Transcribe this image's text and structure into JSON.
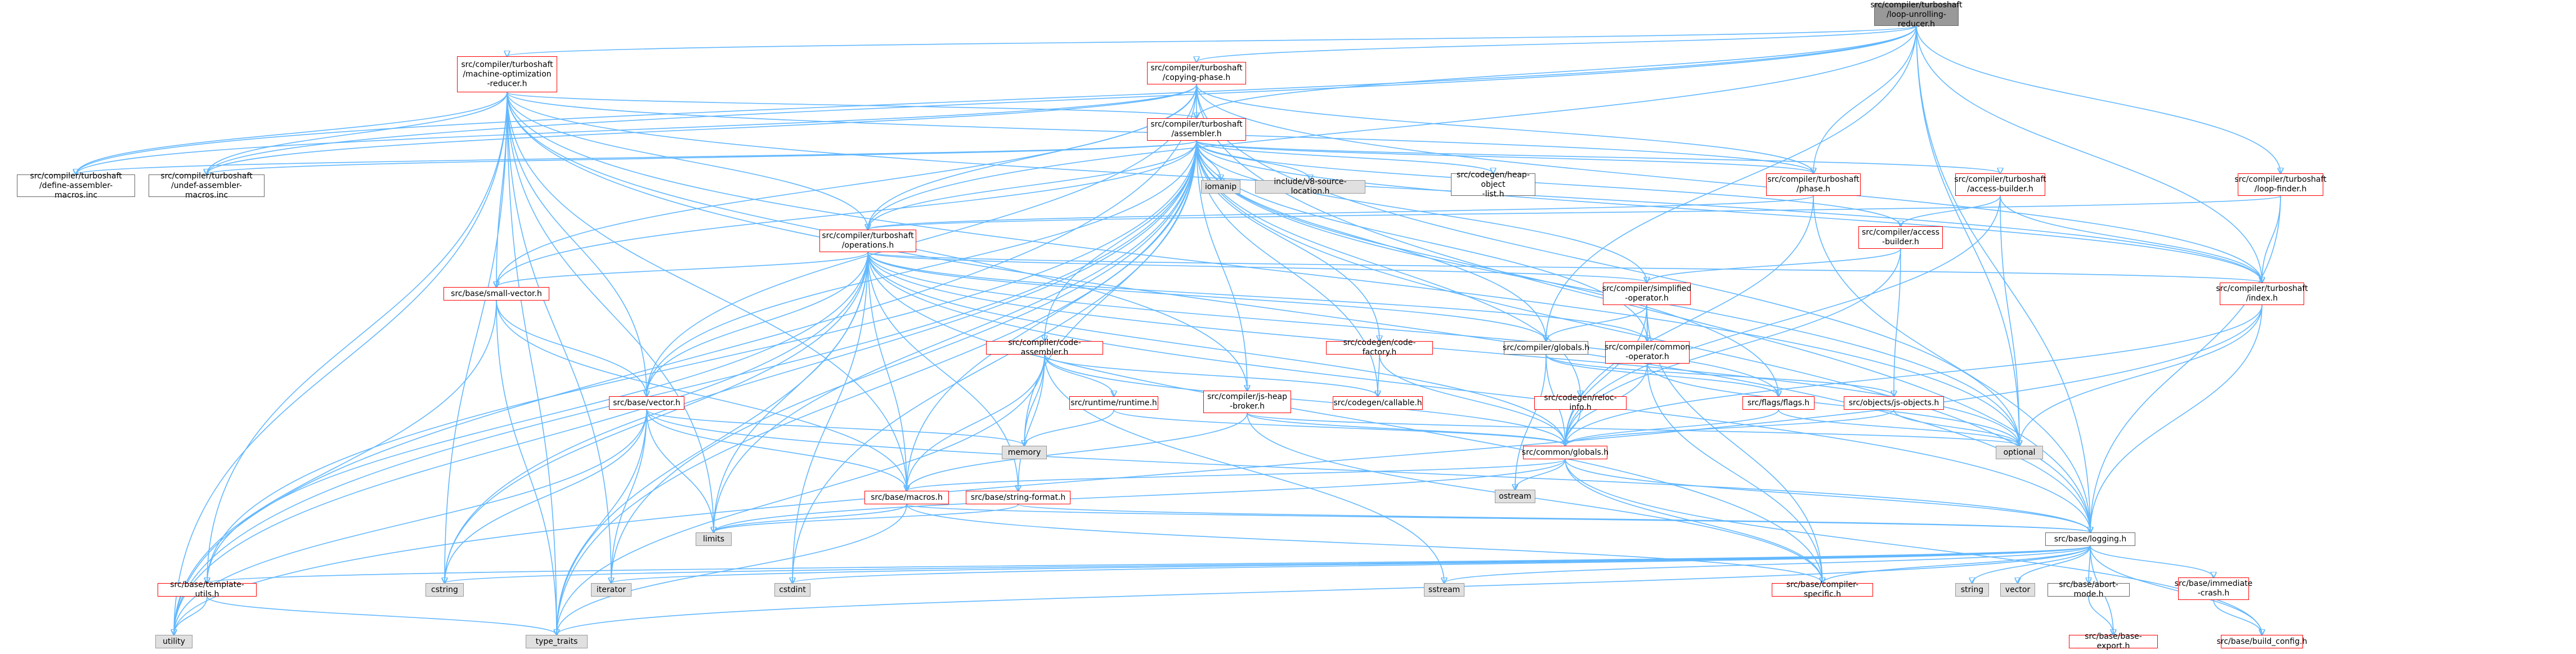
{
  "colors": {
    "edge": "#63b8ff",
    "root_fill": "#999999",
    "red_border": "#ff0000",
    "black_border": "#666666",
    "system_fill": "#e0e0e0"
  },
  "nodes": [
    {
      "id": "n0",
      "label": "src/compiler/turboshaft\n/loop-unrolling-reducer.h",
      "kind": "root"
    },
    {
      "id": "n1",
      "label": "src/compiler/turboshaft\n/machine-optimization\n-reducer.h",
      "kind": "red"
    },
    {
      "id": "n2",
      "label": "src/compiler/turboshaft\n/copying-phase.h",
      "kind": "red"
    },
    {
      "id": "n3",
      "label": "src/compiler/turboshaft\n/assembler.h",
      "kind": "red"
    },
    {
      "id": "n4",
      "label": "src/compiler/turboshaft\n/define-assembler-macros.inc",
      "kind": "black"
    },
    {
      "id": "n5",
      "label": "src/compiler/turboshaft\n/undef-assembler-macros.inc",
      "kind": "black"
    },
    {
      "id": "n6",
      "label": "iomanip",
      "kind": "gray"
    },
    {
      "id": "n7",
      "label": "include/v8-source-location.h",
      "kind": "gray"
    },
    {
      "id": "n8",
      "label": "src/codegen/heap-object\n-list.h",
      "kind": "black"
    },
    {
      "id": "n9",
      "label": "src/compiler/turboshaft\n/phase.h",
      "kind": "red"
    },
    {
      "id": "n10",
      "label": "src/compiler/turboshaft\n/access-builder.h",
      "kind": "red"
    },
    {
      "id": "n11",
      "label": "src/compiler/turboshaft\n/loop-finder.h",
      "kind": "red"
    },
    {
      "id": "n12",
      "label": "src/compiler/turboshaft\n/operations.h",
      "kind": "red"
    },
    {
      "id": "n13",
      "label": "src/compiler/access\n-builder.h",
      "kind": "red"
    },
    {
      "id": "n14",
      "label": "src/base/small-vector.h",
      "kind": "red"
    },
    {
      "id": "n15",
      "label": "src/compiler/simplified\n-operator.h",
      "kind": "red"
    },
    {
      "id": "n16",
      "label": "src/compiler/turboshaft\n/index.h",
      "kind": "red"
    },
    {
      "id": "n17",
      "label": "src/compiler/code-assembler.h",
      "kind": "red"
    },
    {
      "id": "n18",
      "label": "src/codegen/code-factory.h",
      "kind": "red"
    },
    {
      "id": "n19",
      "label": "src/compiler/globals.h",
      "kind": "black"
    },
    {
      "id": "n20",
      "label": "src/compiler/common\n-operator.h",
      "kind": "red"
    },
    {
      "id": "n21",
      "label": "src/base/vector.h",
      "kind": "red"
    },
    {
      "id": "n22",
      "label": "src/runtime/runtime.h",
      "kind": "red"
    },
    {
      "id": "n23",
      "label": "src/compiler/js-heap\n-broker.h",
      "kind": "red"
    },
    {
      "id": "n24",
      "label": "src/codegen/callable.h",
      "kind": "red"
    },
    {
      "id": "n25",
      "label": "src/codegen/reloc-info.h",
      "kind": "red"
    },
    {
      "id": "n26",
      "label": "src/flags/flags.h",
      "kind": "red"
    },
    {
      "id": "n27",
      "label": "src/objects/js-objects.h",
      "kind": "red"
    },
    {
      "id": "n28",
      "label": "memory",
      "kind": "gray"
    },
    {
      "id": "n29",
      "label": "src/common/globals.h",
      "kind": "red"
    },
    {
      "id": "n30",
      "label": "optional",
      "kind": "gray"
    },
    {
      "id": "n31",
      "label": "ostream",
      "kind": "gray"
    },
    {
      "id": "n32",
      "label": "src/base/macros.h",
      "kind": "red"
    },
    {
      "id": "n33",
      "label": "src/base/string-format.h",
      "kind": "red"
    },
    {
      "id": "n34",
      "label": "limits",
      "kind": "gray"
    },
    {
      "id": "n35",
      "label": "src/base/logging.h",
      "kind": "black"
    },
    {
      "id": "n36",
      "label": "src/base/template-utils.h",
      "kind": "red"
    },
    {
      "id": "n37",
      "label": "cstring",
      "kind": "gray"
    },
    {
      "id": "n38",
      "label": "iterator",
      "kind": "gray"
    },
    {
      "id": "n39",
      "label": "cstdint",
      "kind": "gray"
    },
    {
      "id": "n40",
      "label": "sstream",
      "kind": "gray"
    },
    {
      "id": "n41",
      "label": "string",
      "kind": "gray"
    },
    {
      "id": "n42",
      "label": "vector",
      "kind": "gray"
    },
    {
      "id": "n43",
      "label": "src/base/abort-mode.h",
      "kind": "black"
    },
    {
      "id": "n44",
      "label": "src/base/immediate\n-crash.h",
      "kind": "red"
    },
    {
      "id": "n45",
      "label": "src/base/compiler-specific.h",
      "kind": "red"
    },
    {
      "id": "n46",
      "label": "utility",
      "kind": "gray"
    },
    {
      "id": "n47",
      "label": "type_traits",
      "kind": "gray"
    },
    {
      "id": "n48",
      "label": "src/base/base-export.h",
      "kind": "red"
    },
    {
      "id": "n49",
      "label": "src/base/build_config.h",
      "kind": "red"
    }
  ],
  "edges": [
    [
      "n0",
      "n1"
    ],
    [
      "n0",
      "n2"
    ],
    [
      "n0",
      "n3"
    ],
    [
      "n0",
      "n4"
    ],
    [
      "n0",
      "n5"
    ],
    [
      "n0",
      "n9"
    ],
    [
      "n0",
      "n11"
    ],
    [
      "n0",
      "n12"
    ],
    [
      "n0",
      "n16"
    ],
    [
      "n0",
      "n30"
    ],
    [
      "n0",
      "n35"
    ],
    [
      "n0",
      "n19"
    ],
    [
      "n1",
      "n4"
    ],
    [
      "n1",
      "n5"
    ],
    [
      "n1",
      "n3"
    ],
    [
      "n1",
      "n12"
    ],
    [
      "n1",
      "n9"
    ],
    [
      "n1",
      "n16"
    ],
    [
      "n1",
      "n14"
    ],
    [
      "n1",
      "n21"
    ],
    [
      "n1",
      "n32"
    ],
    [
      "n1",
      "n34"
    ],
    [
      "n1",
      "n36"
    ],
    [
      "n1",
      "n37"
    ],
    [
      "n1",
      "n46"
    ],
    [
      "n1",
      "n47"
    ],
    [
      "n1",
      "n35"
    ],
    [
      "n1",
      "n23"
    ],
    [
      "n1",
      "n30"
    ],
    [
      "n1",
      "n38"
    ],
    [
      "n2",
      "n3"
    ],
    [
      "n2",
      "n4"
    ],
    [
      "n2",
      "n5"
    ],
    [
      "n2",
      "n12"
    ],
    [
      "n2",
      "n9"
    ],
    [
      "n2",
      "n16"
    ],
    [
      "n2",
      "n14"
    ],
    [
      "n2",
      "n21"
    ],
    [
      "n2",
      "n30"
    ],
    [
      "n2",
      "n35"
    ],
    [
      "n2",
      "n46"
    ],
    [
      "n3",
      "n4"
    ],
    [
      "n3",
      "n5"
    ],
    [
      "n3",
      "n6"
    ],
    [
      "n3",
      "n7"
    ],
    [
      "n3",
      "n8"
    ],
    [
      "n3",
      "n9"
    ],
    [
      "n3",
      "n10"
    ],
    [
      "n3",
      "n12"
    ],
    [
      "n3",
      "n13"
    ],
    [
      "n3",
      "n14"
    ],
    [
      "n3",
      "n15"
    ],
    [
      "n3",
      "n16"
    ],
    [
      "n3",
      "n17"
    ],
    [
      "n3",
      "n18"
    ],
    [
      "n3",
      "n19"
    ],
    [
      "n3",
      "n20"
    ],
    [
      "n3",
      "n21"
    ],
    [
      "n3",
      "n23"
    ],
    [
      "n3",
      "n25"
    ],
    [
      "n3",
      "n26"
    ],
    [
      "n3",
      "n28"
    ],
    [
      "n3",
      "n30"
    ],
    [
      "n3",
      "n32"
    ],
    [
      "n3",
      "n34"
    ],
    [
      "n3",
      "n35"
    ],
    [
      "n3",
      "n36"
    ],
    [
      "n3",
      "n37"
    ],
    [
      "n3",
      "n38"
    ],
    [
      "n3",
      "n39"
    ],
    [
      "n3",
      "n46"
    ],
    [
      "n3",
      "n47"
    ],
    [
      "n3",
      "n24"
    ],
    [
      "n9",
      "n12"
    ],
    [
      "n9",
      "n29"
    ],
    [
      "n9",
      "n35"
    ],
    [
      "n10",
      "n13"
    ],
    [
      "n10",
      "n16"
    ],
    [
      "n10",
      "n30"
    ],
    [
      "n10",
      "n29"
    ],
    [
      "n11",
      "n12"
    ],
    [
      "n11",
      "n16"
    ],
    [
      "n11",
      "n35"
    ],
    [
      "n12",
      "n14"
    ],
    [
      "n12",
      "n15"
    ],
    [
      "n12",
      "n16"
    ],
    [
      "n12",
      "n19"
    ],
    [
      "n12",
      "n20"
    ],
    [
      "n12",
      "n21"
    ],
    [
      "n12",
      "n26"
    ],
    [
      "n12",
      "n30"
    ],
    [
      "n12",
      "n32"
    ],
    [
      "n12",
      "n33"
    ],
    [
      "n12",
      "n34"
    ],
    [
      "n12",
      "n35"
    ],
    [
      "n12",
      "n36"
    ],
    [
      "n12",
      "n37"
    ],
    [
      "n12",
      "n39"
    ],
    [
      "n12",
      "n46"
    ],
    [
      "n12",
      "n47"
    ],
    [
      "n12",
      "n29"
    ],
    [
      "n12",
      "n45"
    ],
    [
      "n13",
      "n15"
    ],
    [
      "n13",
      "n27"
    ],
    [
      "n13",
      "n29"
    ],
    [
      "n14",
      "n21"
    ],
    [
      "n14",
      "n32"
    ],
    [
      "n14",
      "n46"
    ],
    [
      "n14",
      "n47"
    ],
    [
      "n15",
      "n20"
    ],
    [
      "n15",
      "n19"
    ],
    [
      "n15",
      "n29"
    ],
    [
      "n15",
      "n45"
    ],
    [
      "n16",
      "n29"
    ],
    [
      "n16",
      "n35"
    ],
    [
      "n16",
      "n30"
    ],
    [
      "n16",
      "n46"
    ],
    [
      "n17",
      "n22"
    ],
    [
      "n17",
      "n24"
    ],
    [
      "n17",
      "n28"
    ],
    [
      "n17",
      "n29"
    ],
    [
      "n17",
      "n32"
    ],
    [
      "n17",
      "n33"
    ],
    [
      "n17",
      "n40"
    ],
    [
      "n17",
      "n47"
    ],
    [
      "n18",
      "n24"
    ],
    [
      "n18",
      "n29"
    ],
    [
      "n19",
      "n26"
    ],
    [
      "n19",
      "n27"
    ],
    [
      "n19",
      "n29"
    ],
    [
      "n19",
      "n31"
    ],
    [
      "n20",
      "n29"
    ],
    [
      "n20",
      "n30"
    ],
    [
      "n20",
      "n45"
    ],
    [
      "n21",
      "n32"
    ],
    [
      "n21",
      "n34"
    ],
    [
      "n21",
      "n35"
    ],
    [
      "n21",
      "n37"
    ],
    [
      "n21",
      "n38"
    ],
    [
      "n21",
      "n46"
    ],
    [
      "n21",
      "n47"
    ],
    [
      "n21",
      "n28"
    ],
    [
      "n22",
      "n29"
    ],
    [
      "n22",
      "n28"
    ],
    [
      "n23",
      "n29"
    ],
    [
      "n23",
      "n30"
    ],
    [
      "n23",
      "n32"
    ],
    [
      "n23",
      "n45"
    ],
    [
      "n25",
      "n29"
    ],
    [
      "n26",
      "n29"
    ],
    [
      "n26",
      "n30"
    ],
    [
      "n27",
      "n29"
    ],
    [
      "n27",
      "n30"
    ],
    [
      "n29",
      "n31"
    ],
    [
      "n29",
      "n32"
    ],
    [
      "n29",
      "n34"
    ],
    [
      "n29",
      "n35"
    ],
    [
      "n29",
      "n45"
    ],
    [
      "n29",
      "n49"
    ],
    [
      "n32",
      "n34"
    ],
    [
      "n32",
      "n35"
    ],
    [
      "n32",
      "n45"
    ],
    [
      "n32",
      "n47"
    ],
    [
      "n33",
      "n34"
    ],
    [
      "n33",
      "n35"
    ],
    [
      "n35",
      "n36"
    ],
    [
      "n35",
      "n37"
    ],
    [
      "n35",
      "n38"
    ],
    [
      "n35",
      "n39"
    ],
    [
      "n35",
      "n40"
    ],
    [
      "n35",
      "n41"
    ],
    [
      "n35",
      "n42"
    ],
    [
      "n35",
      "n43"
    ],
    [
      "n35",
      "n44"
    ],
    [
      "n35",
      "n45"
    ],
    [
      "n35",
      "n47"
    ],
    [
      "n35",
      "n48"
    ],
    [
      "n35",
      "n49"
    ],
    [
      "n36",
      "n46"
    ],
    [
      "n36",
      "n47"
    ],
    [
      "n43",
      "n48"
    ],
    [
      "n44",
      "n49"
    ]
  ]
}
